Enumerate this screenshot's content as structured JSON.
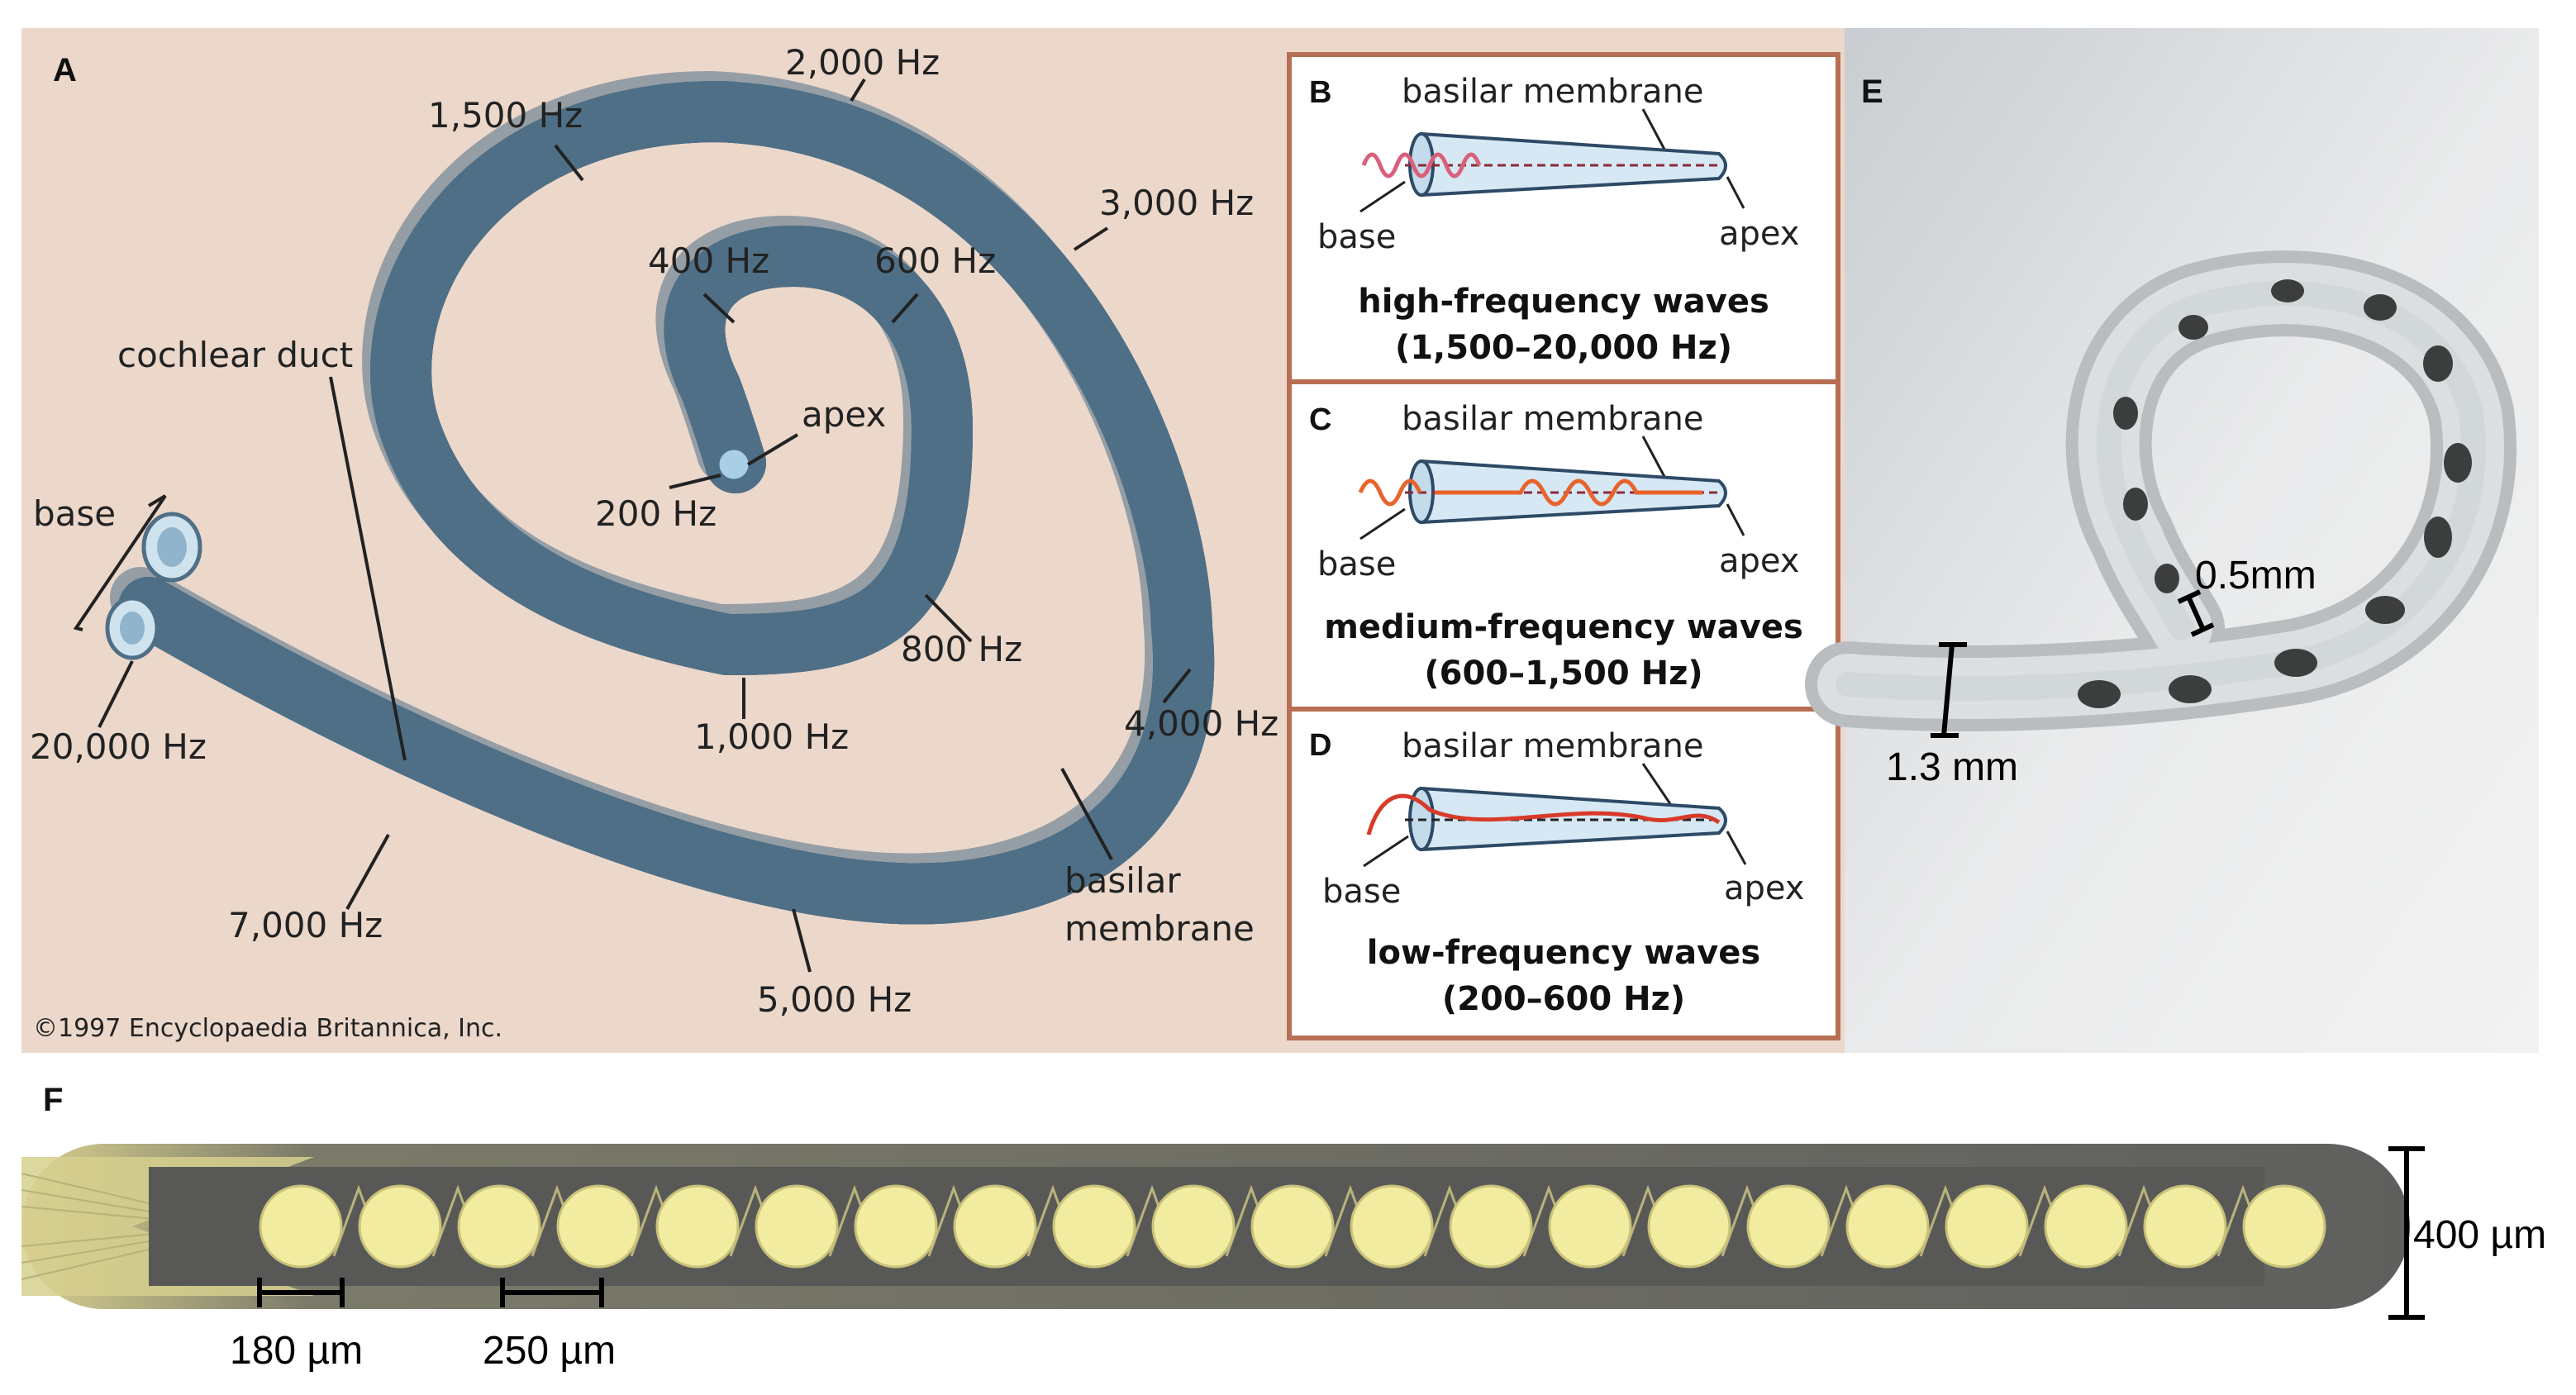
{
  "panel_a": {
    "letter": "A",
    "freq_labels": {
      "f200": "200 Hz",
      "f400": "400 Hz",
      "f600": "600 Hz",
      "f800": "800 Hz",
      "f1000": "1,000 Hz",
      "f1500": "1,500 Hz",
      "f2000": "2,000 Hz",
      "f3000": "3,000 Hz",
      "f4000": "4,000 Hz",
      "f5000": "5,000 Hz",
      "f7000": "7,000 Hz",
      "f20000": "20,000 Hz"
    },
    "apex": "apex",
    "base": "base",
    "cochlear_duct": "cochlear duct",
    "basilar_line1": "basilar",
    "basilar_line2": "membrane",
    "copyright": "©1997 Encyclopaedia Britannica, Inc."
  },
  "panel_b": {
    "letter": "B",
    "membrane": "basilar membrane",
    "base": "base",
    "apex": "apex",
    "title": "high-frequency waves",
    "range": "(1,500–20,000 Hz)",
    "wave_color": "#d9607a"
  },
  "panel_c": {
    "letter": "C",
    "membrane": "basilar membrane",
    "base": "base",
    "apex": "apex",
    "title": "medium-frequency waves",
    "range": "(600–1,500 Hz)",
    "wave_color": "#e8642c"
  },
  "panel_d": {
    "letter": "D",
    "membrane": "basilar membrane",
    "base": "base",
    "apex": "apex",
    "title": "low-frequency waves",
    "range": "(200–600 Hz)",
    "wave_color": "#d83a2a"
  },
  "panel_e": {
    "letter": "E",
    "inner_dim": "0.5mm",
    "outer_dim": "1.3 mm"
  },
  "panel_f": {
    "letter": "F",
    "electrode_count": 21,
    "dim_diameter": "180 µm",
    "dim_pitch": "250 µm",
    "dim_width": "400 µm"
  },
  "colors": {
    "bg_a": "#ecd8cb",
    "tube": "#a9cfe6",
    "tube_edge": "#4f6f86",
    "tube_dark": "#575b5e",
    "tube_orange": "#f0a088",
    "box_border": "#b76e55",
    "photo_bg": "#e4e5e6",
    "pad": "#f1eca0",
    "lead_dark": "#6a6a68",
    "lead_gold": "#d6cf8e"
  }
}
